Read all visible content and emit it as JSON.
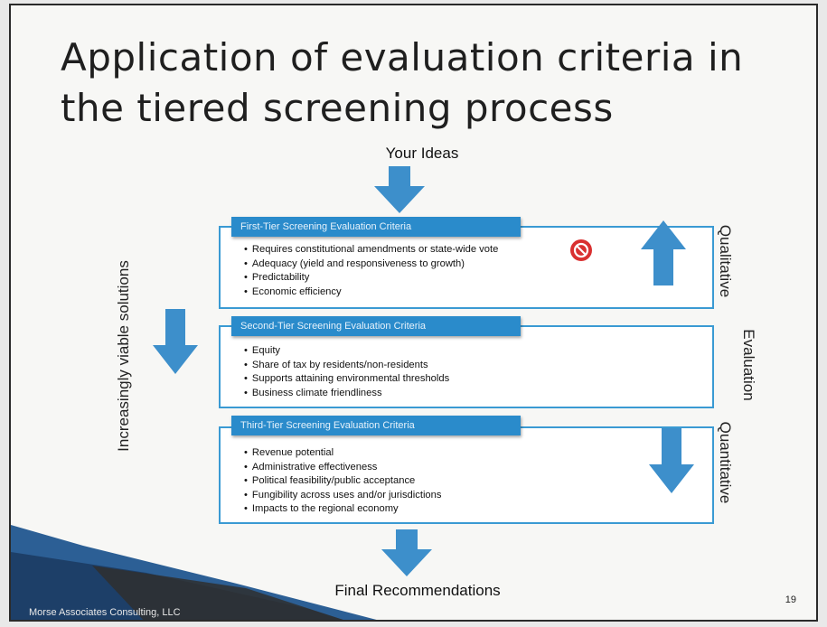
{
  "slide": {
    "title_line1": "Application of evaluation criteria in",
    "title_line2": "the tiered screening process",
    "top_label": "Your Ideas",
    "bottom_label": "Final Recommendations",
    "left_vertical": "Increasingly viable solutions",
    "right_top_vertical": "Qualitative",
    "right_mid_vertical": "Evaluation",
    "right_bottom_vertical": "Quantitative",
    "footer": "Morse Associates Consulting, LLC",
    "page_number": "19"
  },
  "tiers": [
    {
      "heading": "First-Tier Screening Evaluation Criteria",
      "items": [
        "Requires constitutional amendments or state-wide vote",
        "Adequacy (yield and responsiveness to growth)",
        "Predictability",
        "Economic efficiency"
      ]
    },
    {
      "heading": "Second-Tier Screening Evaluation Criteria",
      "items": [
        "Equity",
        "Share of tax by residents/non-residents",
        "Supports attaining environmental thresholds",
        "Business climate friendliness"
      ]
    },
    {
      "heading": "Third-Tier Screening Evaluation Criteria",
      "items": [
        "Revenue potential",
        "Administrative effectiveness",
        "Political feasibility/public acceptance",
        "Fungibility across uses and/or jurisdictions",
        "Impacts to the regional economy"
      ]
    }
  ],
  "icons": {
    "prohibited": "no-entry-icon",
    "arrow_color": "#3d8fcb",
    "prohibited_color": "#d93030"
  }
}
